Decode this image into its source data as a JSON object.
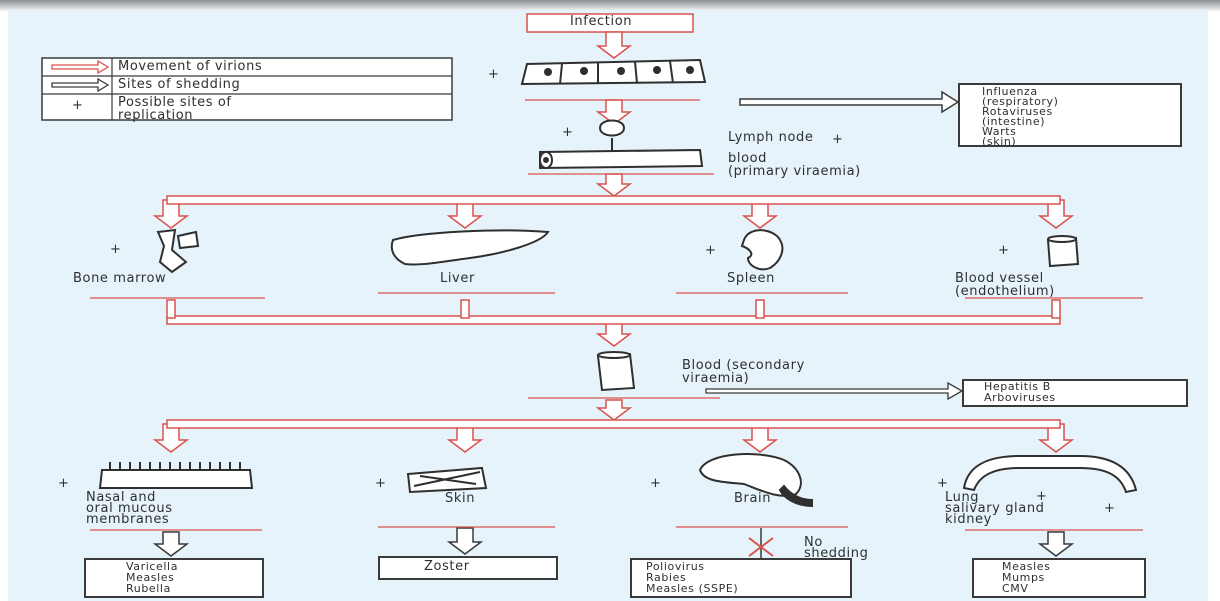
{
  "header": {
    "infection": "Infection"
  },
  "legend": {
    "movement": "Movement of virions",
    "shedding": "Sites of shedding",
    "replication": "Possible sites of\nreplication",
    "replication_marker": "+"
  },
  "shedding_top": "Influenza\n(respiratory)\nRotaviruses\n(intestine)\nWarts\n(skin)",
  "lymph": {
    "label": "Lymph node",
    "marker": "+",
    "blood": "blood\n(primary viraemia)"
  },
  "organs": {
    "bone_marrow": "Bone marrow",
    "liver": "Liver",
    "spleen": "Spleen",
    "vessel": "Blood vessel\n(endothelium)"
  },
  "secondary": {
    "blood": "Blood (secondary\nviraemia)",
    "shed": "Hepatitis B\nArboviruses"
  },
  "targets": {
    "mucous": "Nasal and\noral mucous\nmembranes",
    "skin": "Skin",
    "brain": "Brain",
    "lung": "Lung\nsalivary gland\nkidney",
    "no_shedding": "No\nshedding"
  },
  "results": {
    "mucous": "Varicella\nMeasles\nRubella",
    "skin": "Zoster",
    "brain": "Poliovirus\nRabies\nMeasles (SSPE)",
    "lung": "Measles\nMumps\nCMV"
  },
  "colors": {
    "arrow": "#d9534f",
    "background": "#e6f3fb",
    "ink": "#2f2f2f"
  }
}
